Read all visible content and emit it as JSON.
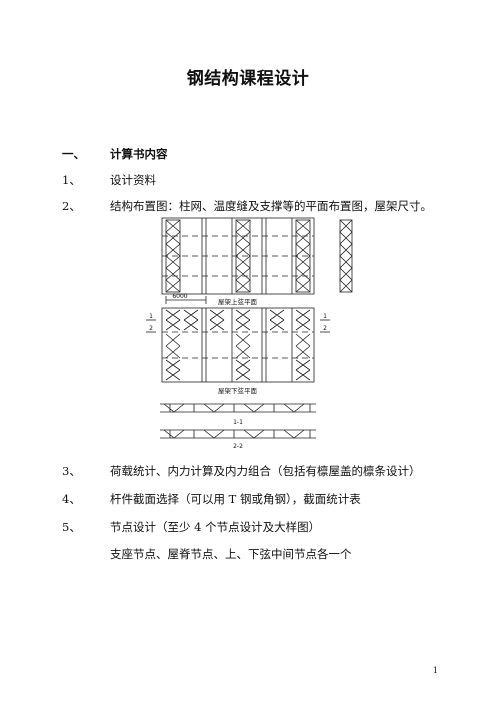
{
  "title": "钢结构课程设计",
  "section1": {
    "num": "一、",
    "text": "计算书内容"
  },
  "items": [
    {
      "num": "1、",
      "text": "设计资料"
    },
    {
      "num": "2、",
      "text": "结构布置图：柱网、温度缝及支撑等的平面布置图，屋架尺寸。"
    },
    {
      "num": "3、",
      "text": "荷载统计、内力计算及内力组合（包括有檩屋盖的檩条设计）"
    },
    {
      "num": "4、",
      "text": "杆件截面选择（可以用 T 钢或角钢），截面统计表"
    },
    {
      "num": "5、",
      "text": "节点设计（至少 4 个节点设计及大样图）"
    }
  ],
  "item5_detail": "支座节点、屋脊节点、上、下弦中间节点各一个",
  "figure": {
    "dimension": "6000",
    "upper_plan_label": "屋架上弦平面",
    "lower_plan_label": "屋架下弦平面",
    "section_1_1": "1-1",
    "section_2_2": "2-2",
    "marker_1": "1",
    "marker_2": "2"
  },
  "page_number": "1"
}
